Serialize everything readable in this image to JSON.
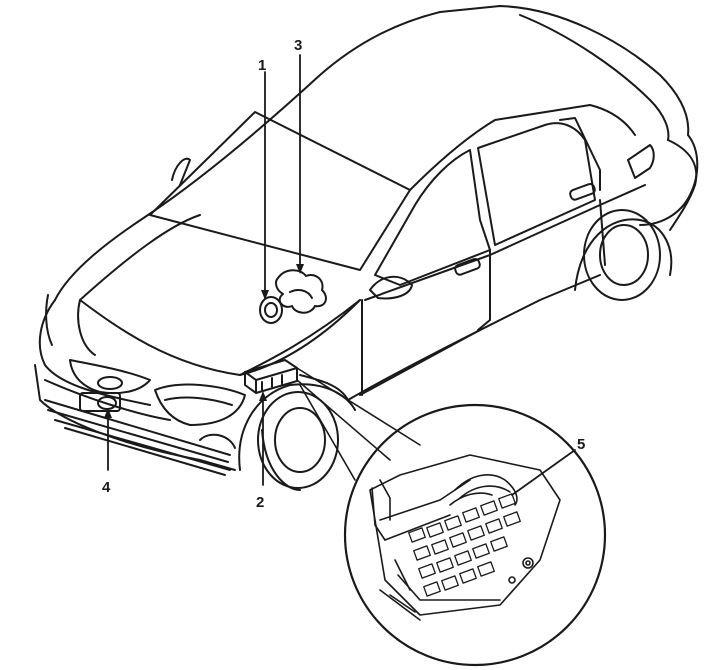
{
  "callouts": [
    {
      "id": "1",
      "label": "1"
    },
    {
      "id": "2",
      "label": "2"
    },
    {
      "id": "3",
      "label": "3"
    },
    {
      "id": "4",
      "label": "4"
    },
    {
      "id": "5",
      "label": "5"
    }
  ],
  "colors": {
    "line": "#1a1a1a",
    "background": "#ffffff",
    "fill": "#ffffff"
  }
}
